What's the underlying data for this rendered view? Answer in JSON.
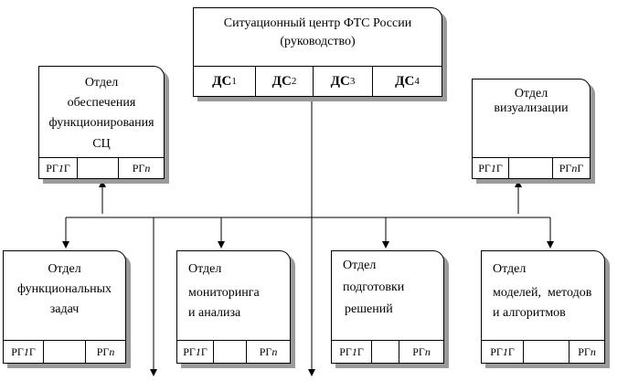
{
  "top": {
    "line1": "Ситуационный центр ФТС России",
    "line2": "(руководство)",
    "ds": [
      {
        "label": "ДС",
        "sub": "1"
      },
      {
        "label": "ДС",
        "sub": "2"
      },
      {
        "label": "ДС",
        "sub": "3"
      },
      {
        "label": "ДС",
        "sub": "4"
      }
    ]
  },
  "support": {
    "lines": [
      "Отдел",
      "обеспечения",
      "функционирования",
      "СЦ"
    ],
    "cell1": {
      "pre": "РГ",
      "it": "1",
      "post": "Г"
    },
    "cell3": {
      "pre": "РГ",
      "it": "n",
      "post": ""
    }
  },
  "visual": {
    "lines": [
      "Отдел",
      "визуализации"
    ],
    "cell1": {
      "pre": "РГ",
      "it": "1",
      "post": "Г"
    },
    "cell3": {
      "pre": "РГ",
      "it": "n",
      "post": "Г"
    }
  },
  "functional": {
    "lines": [
      "Отдел",
      "функциональных",
      "задач"
    ],
    "cell1": {
      "pre": "РГ",
      "it": "1",
      "post": "Г"
    },
    "cell3": {
      "pre": "РГ",
      "it": "n",
      "post": ""
    }
  },
  "monitoring": {
    "lines": [
      "Отдел",
      "мониторинга",
      "и анализа"
    ],
    "cell1": {
      "pre": "РГ",
      "it": "1",
      "post": "Г"
    },
    "cell3": {
      "pre": "РГ",
      "it": "n",
      "post": ""
    }
  },
  "decisions": {
    "lines": [
      "Отдел",
      "подготовки",
      "решений"
    ],
    "cell1": {
      "pre": "РГ",
      "it": "1",
      "post": "Г"
    },
    "cell3": {
      "pre": "РГ",
      "it": "n",
      "post": ""
    }
  },
  "models": {
    "lines": [
      "Отдел",
      "моделей,  методов",
      "и алгоритмов"
    ],
    "cell1": {
      "pre": "РГ",
      "it": "1",
      "post": "Г"
    },
    "cell3": {
      "pre": "РГ",
      "it": "n",
      "post": ""
    }
  }
}
